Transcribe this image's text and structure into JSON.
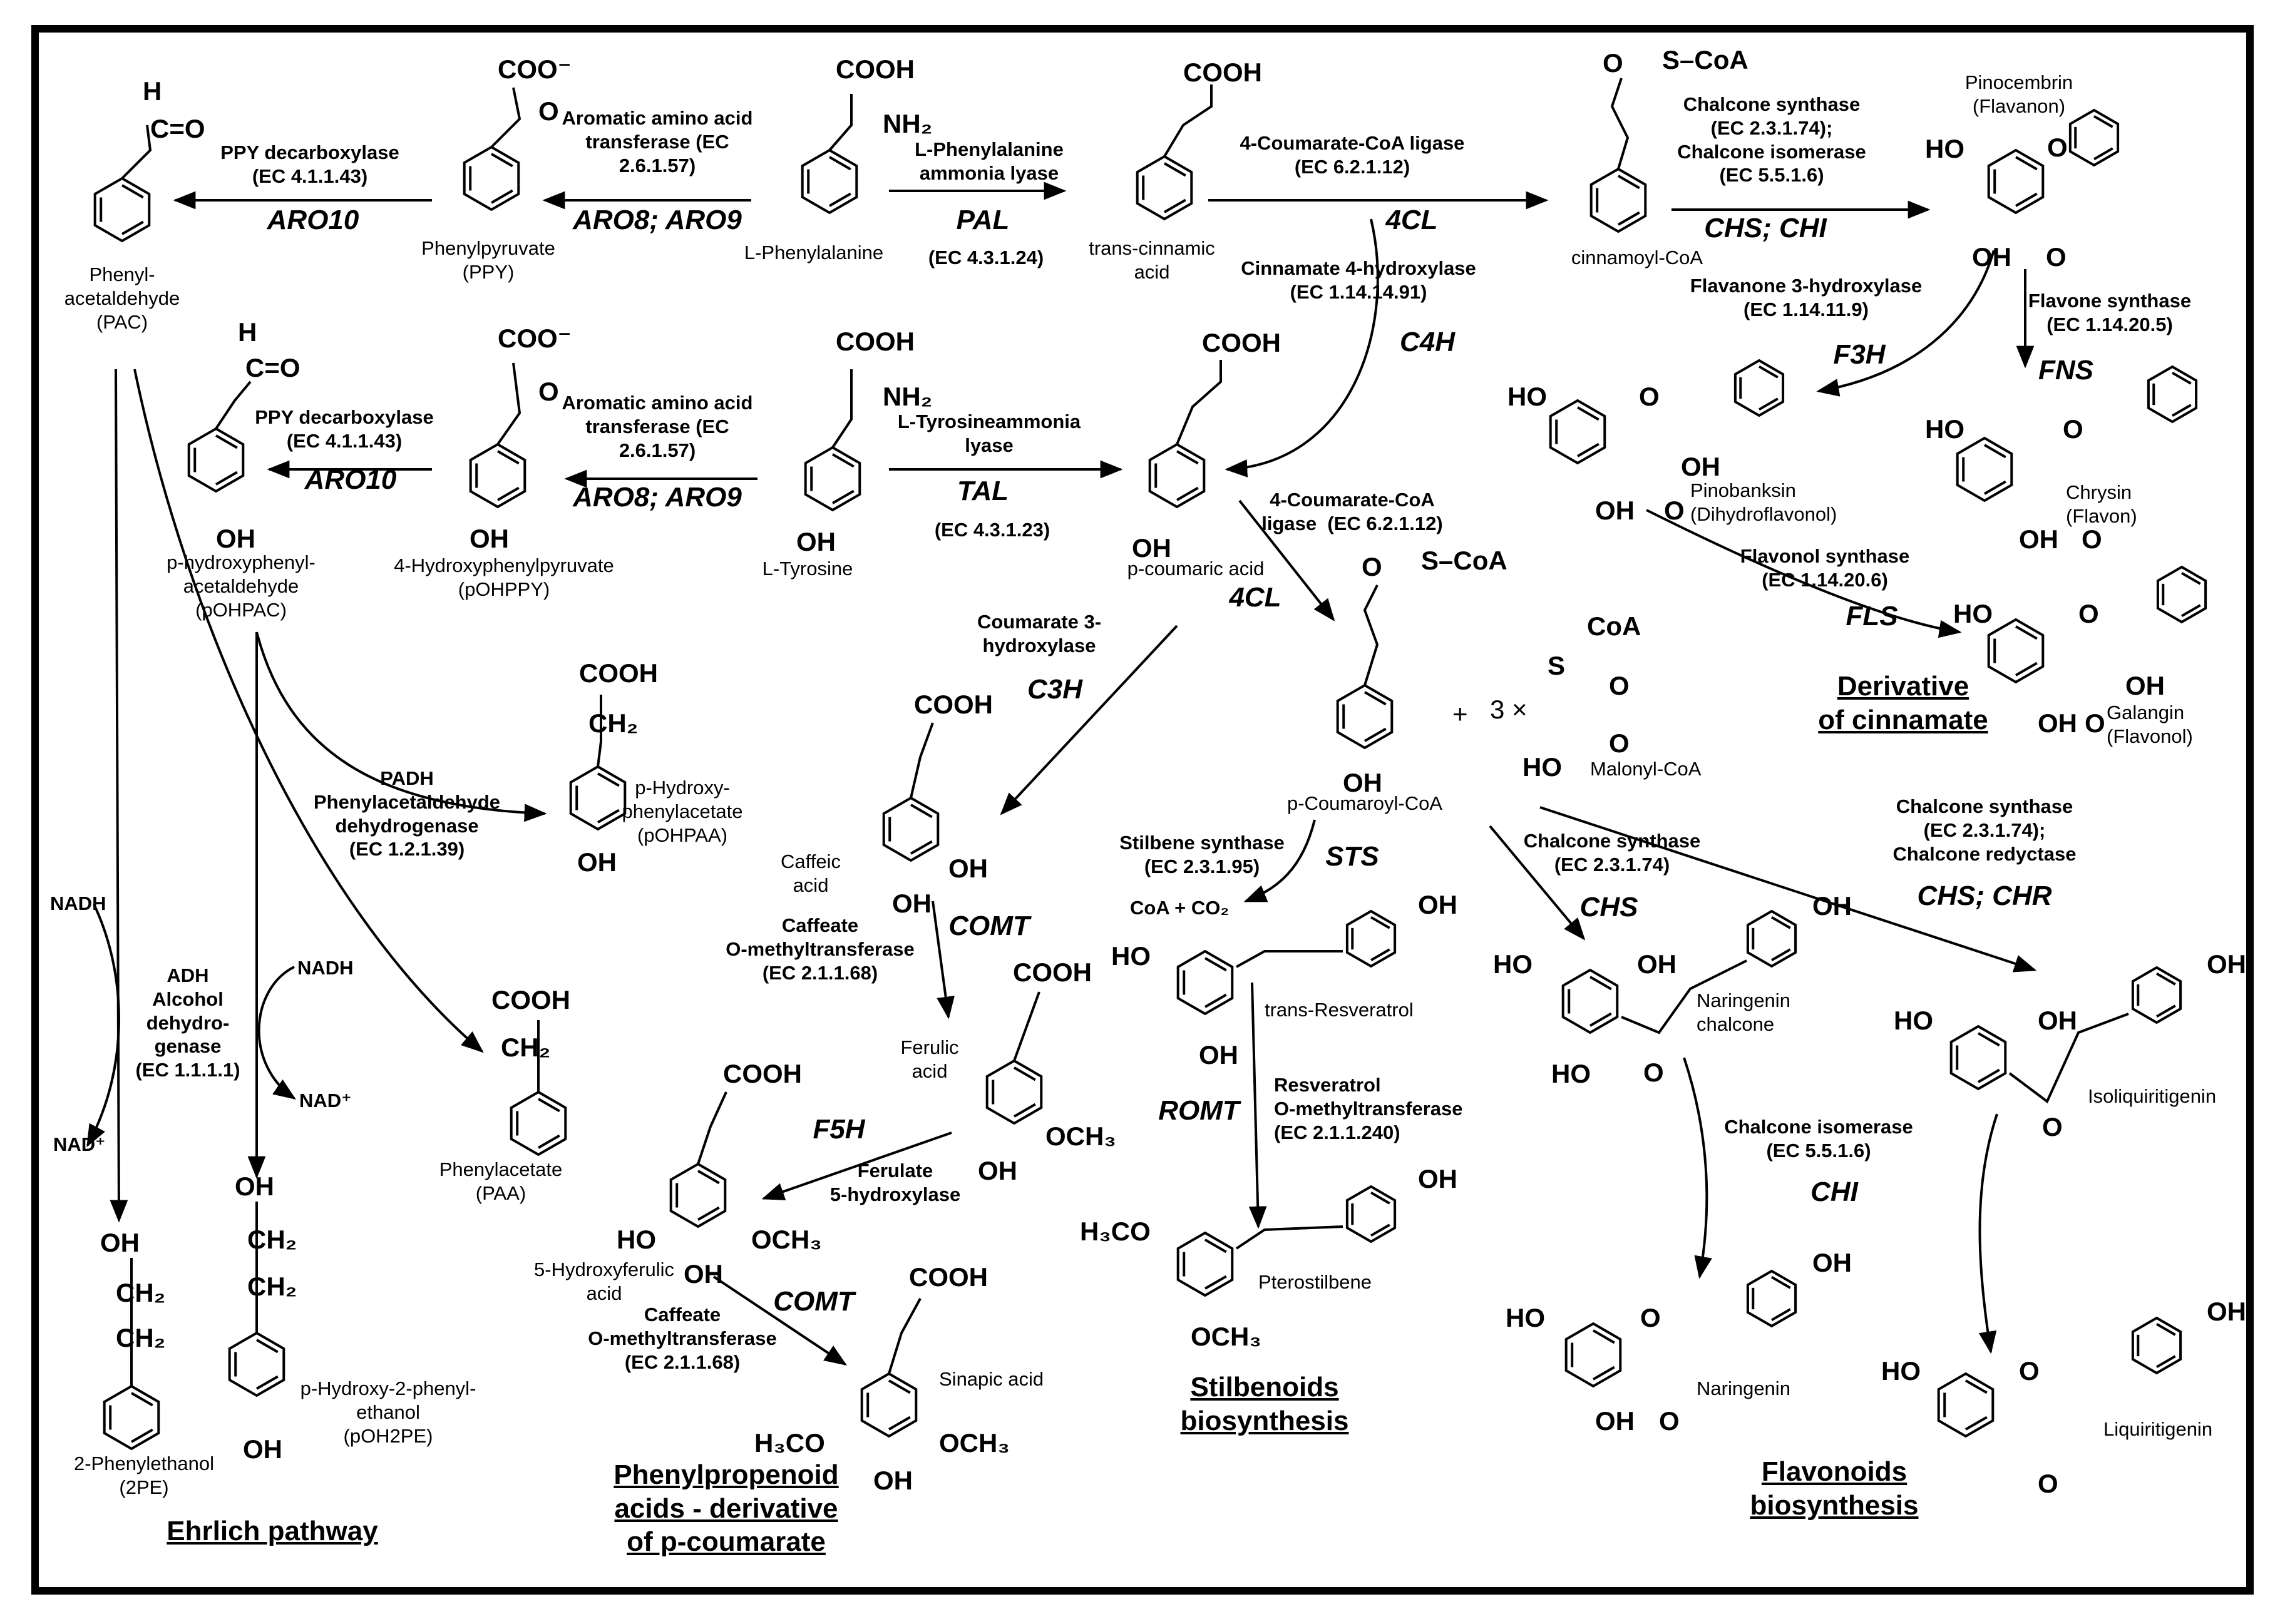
{
  "sections": {
    "ehrlich": "Ehrlich pathway",
    "phenylpropenoid": "Phenylpropenoid\nacids - derivative\nof p-coumarate",
    "stilbenoids": "Stilbenoids\nbiosynthesis",
    "flavonoids": "Flavonoids\nbiosynthesis",
    "cinnamate_derivative": "Derivative\nof cinnamate"
  },
  "compounds": {
    "phenylalanine": "L-Phenylalanine",
    "trans_cinnamic": "trans-cinnamic\nacid",
    "cinnamoyl_coa": "cinnamoyl-CoA",
    "pinocembrin": "Pinocembrin\n(Flavanon)",
    "ppy": "Phenylpyruvate\n(PPY)",
    "pac": "Phenyl-\nacetaldehyde\n(PAC)",
    "tyrosine": "L-Tyrosine",
    "p_coumaric": "p-coumaric acid",
    "pohppy": "4-Hydroxyphenylpyruvate\n(pOHPPY)",
    "pohpac": "p-hydroxyphenyl-\nacetaldehyde\n(pOHPAC)",
    "pinobanksin": "Pinobanksin\n(Dihydroflavonol)",
    "chrysin": "Chrysin\n(Flavon)",
    "galangin": "Galangin\n(Flavonol)",
    "p_coumaroyl_coa": "p-Coumaroyl-CoA",
    "malonyl_coa": "Malonyl-CoA",
    "pohpaa": "p-Hydroxy-\nphenylacetate\n(pOHPAA)",
    "caffeic": "Caffeic\nacid",
    "ferulic": "Ferulic\nacid",
    "hydroxyferulic": "5-Hydroxyferulic\nacid",
    "sinapic": "Sinapic acid",
    "resveratrol": "trans-Resveratrol",
    "pterostilbene": "Pterostilbene",
    "naringenin_chalcone": "Naringenin\nchalcone",
    "naringenin": "Naringenin",
    "isoliquiritigenin": "Isoliquiritigenin",
    "liquiritigenin": "Liquiritigenin",
    "phenylacetate": "Phenylacetate\n(PAA)",
    "pe2": "2-Phenylethanol\n(2PE)",
    "poh2pe": "p-Hydroxy-2-phenyl-\nethanol\n(pOH2PE)"
  },
  "enzymes": {
    "ppy_decarb_1": "PPY decarboxylase\n(EC 4.1.1.43)",
    "aro10_1": "ARO10",
    "aat_1": "Aromatic amino acid\ntransferase (EC\n2.6.1.57)",
    "aro89_1": "ARO8; ARO9",
    "pal_name": "L-Phenylalanine\nammonia lyase",
    "pal_gene": "PAL",
    "pal_ec": "(EC 4.3.1.24)",
    "cl4_1": "4-Coumarate-CoA ligase\n(EC 6.2.1.12)",
    "cl4_gene_1": "4CL",
    "chs_chi": "Chalcone synthase\n(EC 2.3.1.74);\nChalcone isomerase\n(EC 5.5.1.6)",
    "chs_chi_gene": "CHS; CHI",
    "c4h": "Cinnamate 4-hydroxylase\n(EC 1.14.14.91)",
    "c4h_gene": "C4H",
    "f3h": "Flavanone 3-hydroxylase\n(EC 1.14.11.9)",
    "f3h_gene": "F3H",
    "fns": "Flavone synthase\n(EC 1.14.20.5)",
    "fns_gene": "FNS",
    "ppy_decarb_2": "PPY decarboxylase\n(EC 4.1.1.43)",
    "aro10_2": "ARO10",
    "aat_2": "Aromatic amino acid\ntransferase (EC\n2.6.1.57)",
    "aro89_2": "ARO8; ARO9",
    "tal_name": "L-Tyrosineammonia\nlyase",
    "tal_gene": "TAL",
    "tal_ec": "(EC 4.3.1.23)",
    "cl4_2": "4-Coumarate-CoA\nligase  (EC 6.2.1.12)",
    "cl4_gene_2": "4CL",
    "fls": "Flavonol synthase\n(EC 1.14.20.6)",
    "fls_gene": "FLS",
    "c3h": "Coumarate 3-\nhydroxylase",
    "c3h_gene": "C3H",
    "padh": "PADH\nPhenylacetaldehyde\ndehydrogenase\n(EC 1.2.1.39)",
    "sts": "Stilbene synthase\n(EC 2.3.1.95)",
    "sts_gene": "STS",
    "chs": "Chalcone synthase\n(EC 2.3.1.74)",
    "chs_gene": "CHS",
    "chs_chr": "Chalcone synthase\n(EC 2.3.1.74);\nChalcone redyctase",
    "chs_chr_gene": "CHS; CHR",
    "comt_1": "Caffeate\nO-methyltransferase\n(EC 2.1.1.68)",
    "comt_gene_1": "COMT",
    "romt": "Resveratrol\nO-methyltransferase\n(EC 2.1.1.240)",
    "romt_gene": "ROMT",
    "adh": "ADH\nAlcohol\ndehydro-\ngenase\n(EC 1.1.1.1)",
    "f5h_gene": "F5H",
    "f5h": "Ferulate\n5-hydroxylase",
    "chi": "Chalcone isomerase\n(EC 5.5.1.6)",
    "chi_gene": "CHI",
    "comt_2": "Caffeate\nO-methyltransferase\n(EC 2.1.1.68)",
    "comt_gene_2": "COMT"
  },
  "cofactors": {
    "nadh_1": "NADH",
    "nad_1": "NAD⁺",
    "nadh_2": "NADH",
    "nad_2": "NAD⁺",
    "coa_co2": "CoA + CO₂",
    "plus": "+",
    "times3": "3 ×"
  },
  "groups": {
    "cooh": "COOH",
    "coo_minus": "COO⁻",
    "nh2": "NH₂",
    "oh": "OH",
    "ho": "HO",
    "h": "H",
    "c_o": "C=O",
    "o": "O",
    "s_coa": "S–CoA",
    "scoa": "S",
    "coa": "CoA",
    "ch2": "CH₂",
    "och3": "OCH₃",
    "h3co": "H₃CO"
  }
}
